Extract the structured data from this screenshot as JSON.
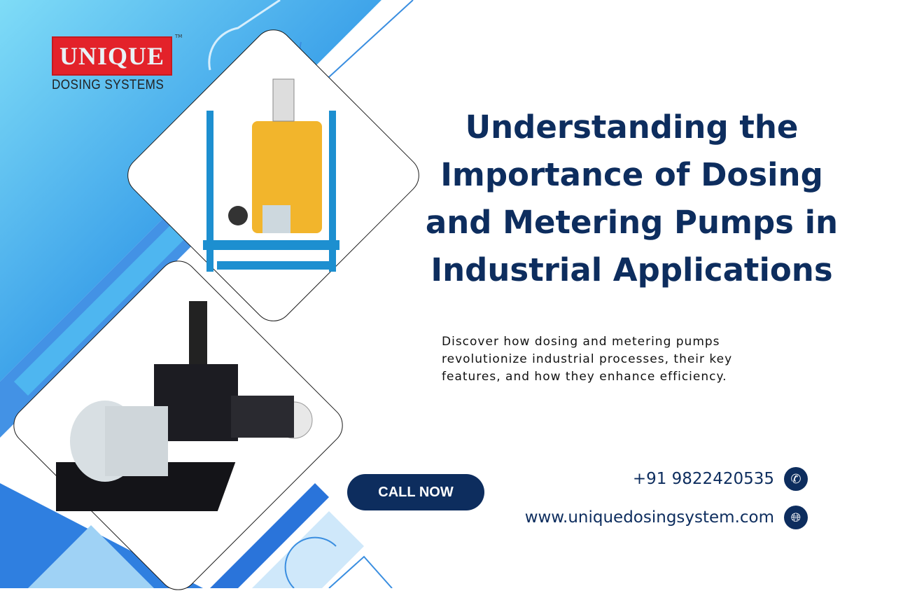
{
  "brand": {
    "logo_text": "NIQUE",
    "logo_initial": "U",
    "tagline": "DOSING SYSTEMS",
    "trademark": "TM"
  },
  "title": [
    "Understanding the",
    "Importance of Dosing",
    "and Metering Pumps in",
    "Industrial Applications"
  ],
  "subtitle": [
    "Discover how dosing and metering pumps",
    "revolutionize industrial processes, their key",
    "features, and how they enhance efficiency."
  ],
  "cta": {
    "label": "CALL NOW"
  },
  "contact": {
    "phone": "+91 9822420535",
    "phone_icon": "phone-icon",
    "website": "www.uniquedosingsystem.com",
    "website_icon": "globe-icon"
  },
  "colors": {
    "navy": "#0d2d5e",
    "blue": "#2f8ae0",
    "light_blue": "#7fd6f5",
    "red": "#e3222a"
  }
}
